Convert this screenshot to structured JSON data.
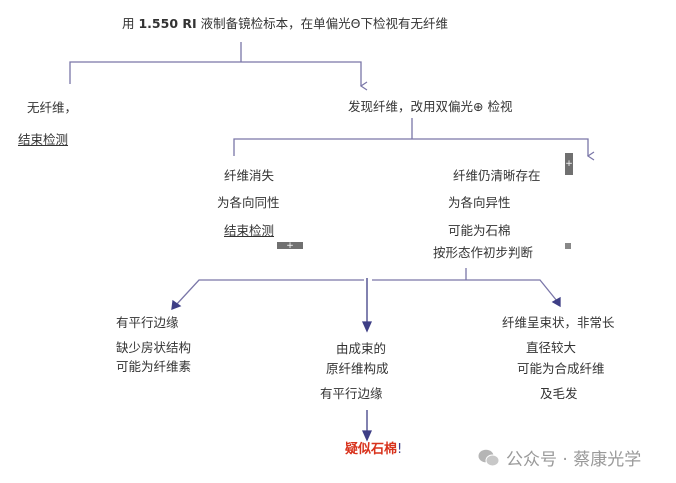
{
  "root": {
    "prefix": "用 ",
    "ri": "1.550 RI",
    "suffix": " 液制备镜检标本，在单偏光Θ下检视有无纤维"
  },
  "no_fiber": {
    "line1": "无纤维，",
    "end": "结束检测"
  },
  "fiber_found": "发现纤维，改用双偏光⊕ 检视",
  "isotropic": {
    "line1": "纤维消失",
    "line2": "为各向同性",
    "end": "结束检测"
  },
  "anisotropic": {
    "line1": "纤维仍清晰存在",
    "line2": "为各向异性",
    "line3": "可能为石棉",
    "line4": "按形态作初步判断"
  },
  "left_branch": {
    "line1": "有平行边缘",
    "line2": "缺少房状结构",
    "line3": "可能为纤维素"
  },
  "middle_branch": {
    "line1": "由成束的",
    "line2": "原纤维构成",
    "line3": "有平行边缘",
    "result": "疑似石棉",
    "result_mark": "!"
  },
  "right_branch": {
    "line1": "纤维呈束状，非常长",
    "line2": "直径较大",
    "line3": "可能为合成纤维",
    "line4": "及毛发"
  },
  "watermark": {
    "text": "公众号 · 蔡康光学"
  },
  "widgets": {
    "plus": "+"
  },
  "colors": {
    "line": "#7a76a8",
    "arrow": "#3e3f86",
    "result": "#d8321c"
  }
}
